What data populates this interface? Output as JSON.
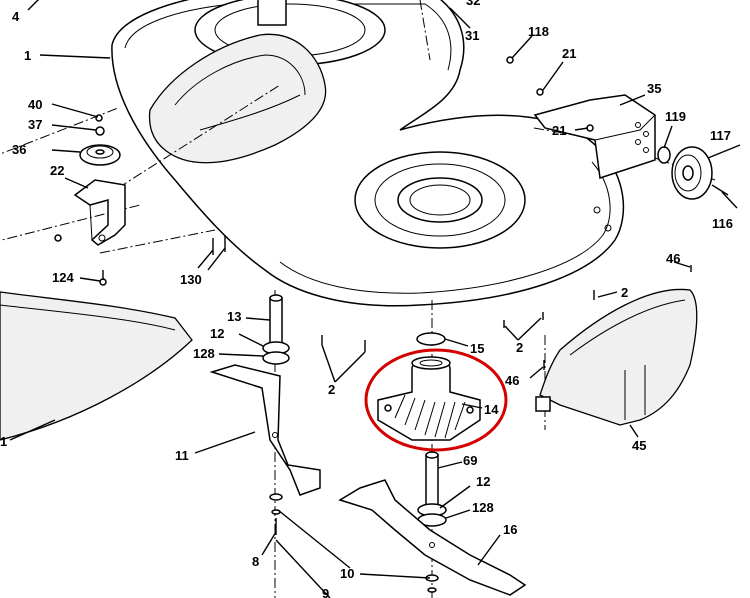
{
  "diagram": {
    "highlight_color": "#d40000",
    "line_color": "#000000",
    "callouts": [
      {
        "id": "4",
        "text": "4"
      },
      {
        "id": "32",
        "text": "32"
      },
      {
        "id": "31",
        "text": "31"
      },
      {
        "id": "1a",
        "text": "1"
      },
      {
        "id": "118",
        "text": "118"
      },
      {
        "id": "21a",
        "text": "21"
      },
      {
        "id": "40",
        "text": "40"
      },
      {
        "id": "37",
        "text": "37"
      },
      {
        "id": "36",
        "text": "36"
      },
      {
        "id": "35",
        "text": "35"
      },
      {
        "id": "119",
        "text": "119"
      },
      {
        "id": "117",
        "text": "117"
      },
      {
        "id": "21b",
        "text": "21"
      },
      {
        "id": "22",
        "text": "22"
      },
      {
        "id": "116",
        "text": "116"
      },
      {
        "id": "124",
        "text": "124"
      },
      {
        "id": "130",
        "text": "130"
      },
      {
        "id": "46a",
        "text": "46"
      },
      {
        "id": "2a",
        "text": "2"
      },
      {
        "id": "13",
        "text": "13"
      },
      {
        "id": "12a",
        "text": "12"
      },
      {
        "id": "128a",
        "text": "128"
      },
      {
        "id": "15",
        "text": "15"
      },
      {
        "id": "2b",
        "text": "2"
      },
      {
        "id": "46b",
        "text": "46"
      },
      {
        "id": "2c",
        "text": "2"
      },
      {
        "id": "14",
        "text": "14"
      },
      {
        "id": "1b",
        "text": "1"
      },
      {
        "id": "11",
        "text": "11"
      },
      {
        "id": "45",
        "text": "45"
      },
      {
        "id": "69",
        "text": "69"
      },
      {
        "id": "12b",
        "text": "12"
      },
      {
        "id": "128b",
        "text": "128"
      },
      {
        "id": "16",
        "text": "16"
      },
      {
        "id": "8",
        "text": "8"
      },
      {
        "id": "10",
        "text": "10"
      },
      {
        "id": "9",
        "text": "9"
      }
    ]
  }
}
